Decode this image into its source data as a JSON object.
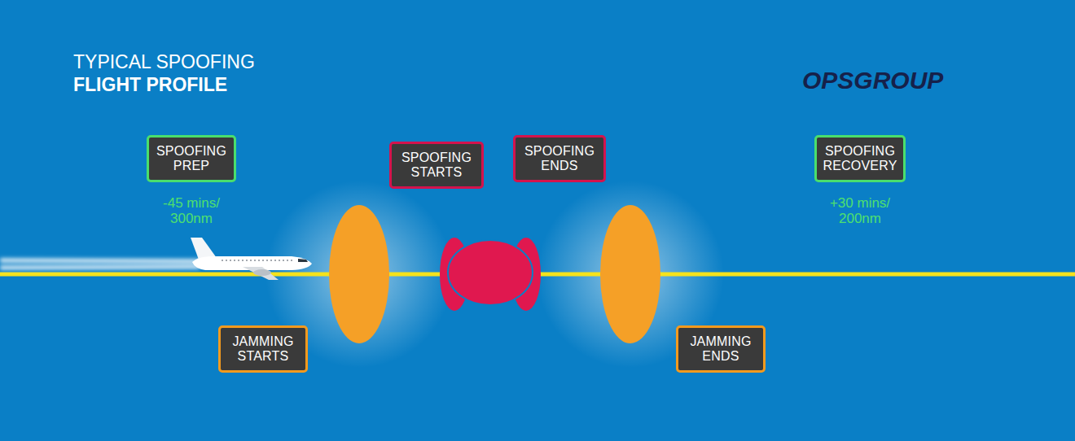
{
  "diagram": {
    "nodes": [
      {
        "text": [
          "SPOOFING PREP"
        ]
      },
      {
        "text": [
          "SPOOFING STARTS"
        ]
      },
      {
        "text": [
          "SPOOFING ENDS"
        ]
      },
      {
        "text": [
          "SPOOFING RECOVERY"
        ]
      },
      {
        "text": [
          "JAMMING STARTS"
        ]
      },
      {
        "text": [
          "JAMMING ENDS"
        ]
      }
    ],
    "labels": [
      "TYPICAL SPOOFING",
      "FLIGHT PROFILE",
      "OPSGROUP",
      "-45 mins/ 300nm",
      "+30 mins/ 200nm"
    ]
  }
}
